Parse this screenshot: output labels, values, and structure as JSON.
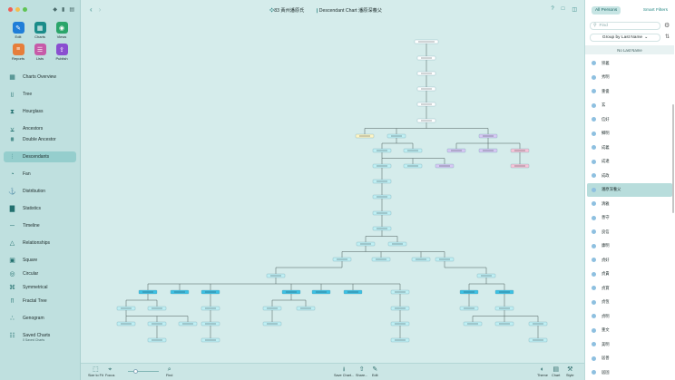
{
  "sidebar": {
    "big_buttons": [
      {
        "label": "Edit",
        "icon": "pencil-icon",
        "color": "#1f7ed8"
      },
      {
        "label": "Charts",
        "icon": "charts-icon",
        "color": "#1a8c89"
      },
      {
        "label": "Views",
        "icon": "eye-icon",
        "color": "#2aa56a"
      },
      {
        "label": "Reports",
        "icon": "reports-icon",
        "color": "#e67e3a"
      },
      {
        "label": "Lists",
        "icon": "lists-icon",
        "color": "#c65ba8"
      },
      {
        "label": "Publish",
        "icon": "publish-icon",
        "color": "#8a4fd0"
      }
    ],
    "nav_items": [
      {
        "label": "Charts Overview",
        "icon": "grid-icon"
      },
      {
        "label": "Tree",
        "icon": "tree-icon"
      },
      {
        "label": "Hourglass",
        "icon": "hourglass-icon"
      },
      {
        "label": "Ancestors",
        "icon": "ancestors-icon"
      },
      {
        "label": "Double Ancestor",
        "icon": "double-ancestor-icon"
      },
      {
        "label": "Descendants",
        "icon": "descendants-icon",
        "selected": true
      },
      {
        "label": "Fan",
        "icon": "fan-icon"
      },
      {
        "label": "Distribution",
        "icon": "distribution-icon"
      },
      {
        "label": "Statistics",
        "icon": "statistics-icon"
      },
      {
        "label": "Timeline",
        "icon": "timeline-icon"
      },
      {
        "label": "Relationships",
        "icon": "relationships-icon"
      },
      {
        "label": "Square",
        "icon": "square-icon"
      },
      {
        "label": "Circular",
        "icon": "circular-icon"
      },
      {
        "label": "Symmetrical",
        "icon": "symmetrical-icon"
      },
      {
        "label": "Fractal Tree",
        "icon": "fractal-tree-icon"
      },
      {
        "label": "Genogram",
        "icon": "genogram-icon"
      },
      {
        "label": "Saved Charts",
        "icon": "saved-charts-icon",
        "sub": "0 Saved Charts"
      }
    ]
  },
  "topbar": {
    "tree_title": "83 黃州潘原氏",
    "chart_title": "Descendant Chart 潘原深養父"
  },
  "bottombar": {
    "items": [
      {
        "label": "Size to Fit",
        "icon": "size-to-fit-icon"
      },
      {
        "label": "Focus",
        "icon": "focus-icon"
      },
      {
        "label": "Find",
        "icon": "find-icon"
      },
      {
        "label": "Save Chart...",
        "icon": "save-chart-icon"
      },
      {
        "label": "Share...",
        "icon": "share-icon"
      },
      {
        "label": "Edit",
        "icon": "edit-icon"
      },
      {
        "label": "Theme",
        "icon": "theme-icon"
      },
      {
        "label": "Chart",
        "icon": "chart-icon"
      },
      {
        "label": "Style",
        "icon": "style-icon"
      }
    ]
  },
  "right_panel": {
    "tabs": [
      "All Persons",
      "Smart Filters"
    ],
    "search_placeholder": "Find",
    "sort_label": "Group by Last Name",
    "group_header": "No Last Name",
    "persons": [
      "崇義",
      "秀明",
      "重俊",
      "玄",
      "信好",
      "鯽明",
      "成義",
      "成達",
      "成政",
      "潘原深養父",
      "清雅",
      "善守",
      "良信",
      "康明",
      "貞好",
      "貞貴",
      "貞寶",
      "貞恆",
      "貞明",
      "重文",
      "美明",
      "居善",
      "居固"
    ],
    "selected_person": "潘原深養父"
  },
  "colors": {
    "accent": "#2a8a87",
    "sidebar_bg": "#bfe0df",
    "chart_bg": "#d5eceb",
    "box_cyan": "#3cc0e3",
    "box_light": "#bfeff3",
    "box_yellow": "#fdf4c4",
    "box_purple": "#d6c8f3",
    "box_pink": "#f6c4d8"
  }
}
